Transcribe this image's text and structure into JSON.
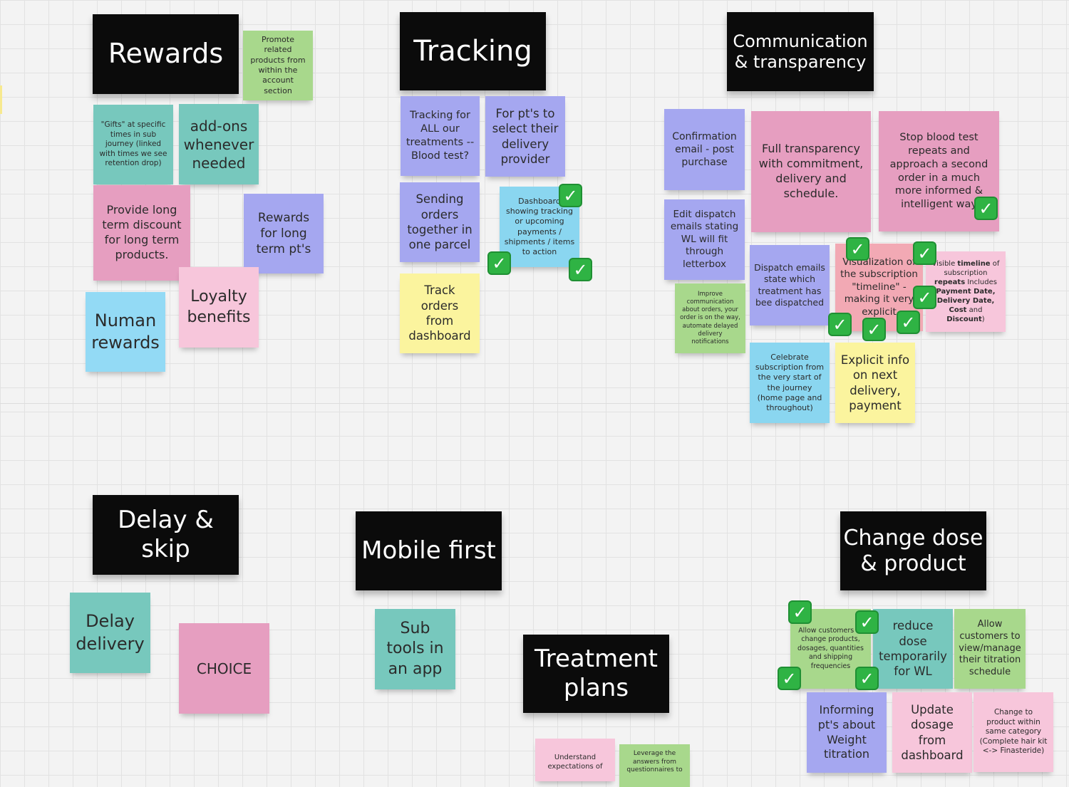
{
  "headers": {
    "rewards": "Rewards",
    "tracking": "Tracking",
    "communication": "Communication\n& transparency",
    "delay_skip": "Delay &\nskip",
    "mobile_first": "Mobile first",
    "treatment_plans": "Treatment\nplans",
    "change_dose": "Change dose\n& product"
  },
  "notes": {
    "promote_related": "Promote related\nproducts from\nwithin the\naccount section",
    "gifts": "\"Gifts\" at specific\ntimes in sub\njourney (linked\nwith times we see\nretention drop)",
    "addons": "add-ons\nwhenever\nneeded",
    "long_term_discount": "Provide long\nterm discount\nfor long term\nproducts.",
    "rewards_long_term": "Rewards\nfor long\nterm pt's",
    "loyalty": "Loyalty\nbenefits",
    "numan_rewards": "Numan\nrewards",
    "tracking_all": "Tracking for\nALL our\ntreatments --\nBlood test?",
    "select_provider": "For pt's to\nselect their\ndelivery\nprovider",
    "sending_orders": "Sending\norders\ntogether in\none parcel",
    "dashboard_tracking": "Dashboard\nshowing tracking\nor upcoming\npayments /\nshipments / items\nto action",
    "track_orders": "Track\norders\nfrom\ndashboard",
    "confirmation_email": "Confirmation\nemail - post\npurchase",
    "full_transparency": "Full transparency\nwith commitment,\ndelivery and\nschedule.",
    "stop_blood_test": "Stop blood test\nrepeats and\napproach a second\norder in a much\nmore informed &\nintelligent way",
    "edit_dispatch": "Edit dispatch\nemails stating\nWL will fit\nthrough\nletterbox",
    "dispatch_emails": "Dispatch emails\nstate which\ntreatment has\nbee dispatched",
    "visualization": "Visualization of\nthe subscription\n\"timeline\" -\nmaking it very\nexplicit",
    "visible_timeline": {
      "p1": "Visible ",
      "b1": "timeline",
      "p2": " of subscription ",
      "b2": "repeats",
      "p3": " Includes ",
      "b3": "Payment Date, Delivery Date, Cost",
      "p4": " and ",
      "b4": "Discount",
      "p5": ")"
    },
    "improve_communication": "Improve\ncommunication\nabout orders, your\norder is on the way,\nautomate delayed\ndelivery notifications",
    "celebrate": "Celebrate\nsubscription from\nthe very start of\nthe journey\n(home page and\nthroughout)",
    "explicit_info": "Explicit info\non next\ndelivery,\npayment",
    "delay_delivery": "Delay\ndelivery",
    "choice": "CHOICE",
    "sub_tools": "Sub\ntools in\nan app",
    "understand_expectations": "Understand\nexpectations of",
    "leverage_answers": "Leverage the\nanswers from\nquestionnaires to",
    "allow_change": "Allow customers to\nchange products,\ndosages, quantities\nand shipping\nfrequencies",
    "reduce_dose": "reduce\ndose\ntemporarily\nfor WL",
    "allow_view": "Allow\ncustomers to\nview/manage\ntheir titration\nschedule",
    "informing": "Informing\npt's about\nWeight\ntitration",
    "update_dosage": "Update\ndosage\nfrom\ndashboard",
    "change_product": "Change to\nproduct within\nsame category\n(Complete hair kit\n<-> Finasteride)"
  },
  "check_glyph": "✓",
  "icons": [
    "check-icon"
  ],
  "colors": {
    "header_bg": "#0b0b0b",
    "green": "#a8d88c",
    "teal": "#77c8bd",
    "pink": "#e69ec0",
    "light_pink": "#f7c6db",
    "purple": "#a5a7f0",
    "blue": "#8ad6f0",
    "yellow": "#fbf49e",
    "check_green": "#2fb344"
  }
}
